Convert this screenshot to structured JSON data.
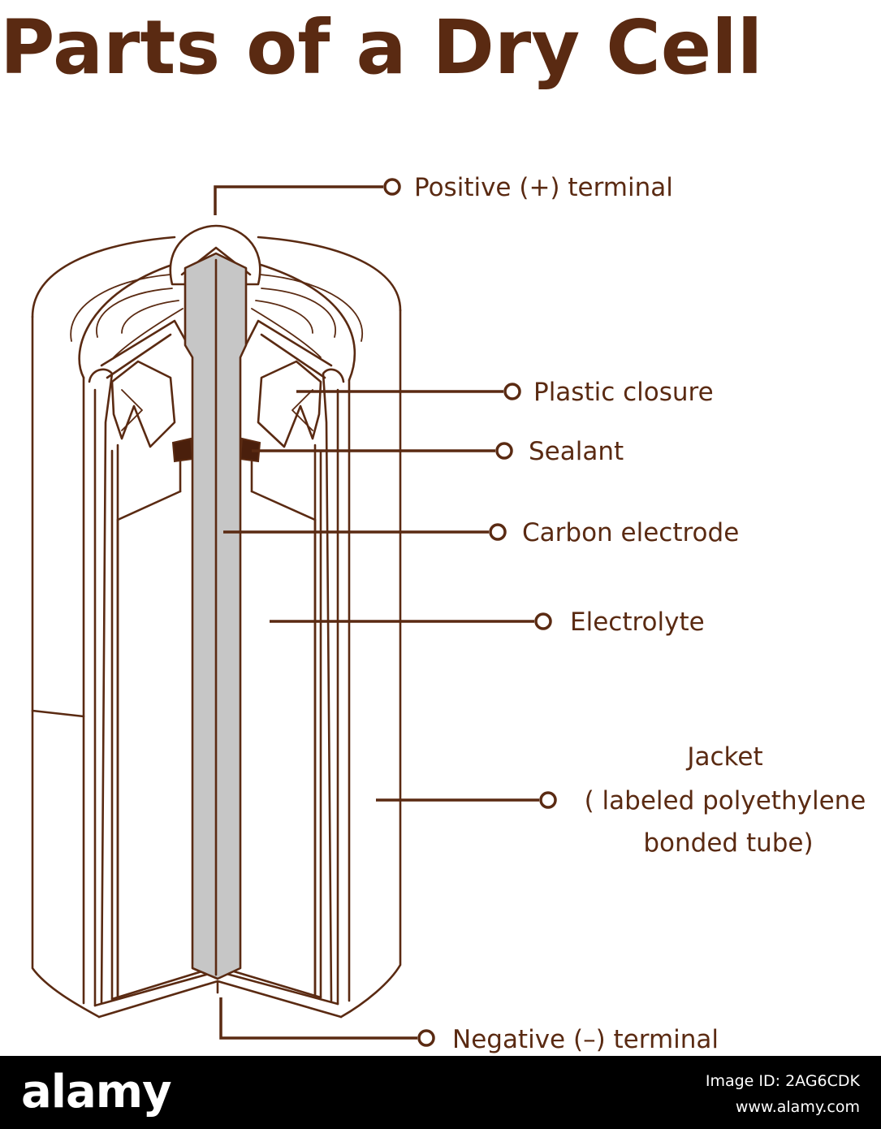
{
  "title": "Parts of a Dry Cell",
  "labels": {
    "positive_terminal": "Positive (+) terminal",
    "plastic_closure": "Plastic closure",
    "sealant": "Sealant",
    "carbon_electrode": "Carbon electrode",
    "electrolyte": "Electrolyte",
    "jacket_line1": "Jacket",
    "jacket_line2": "( labeled polyethylene",
    "jacket_line3": "bonded tube)",
    "negative_terminal": "Negative (–) terminal"
  },
  "footer": {
    "brand": "alamy",
    "image_id": "Image ID: 2AG6CDK",
    "site": "www.alamy.com"
  },
  "colors": {
    "line": "#5a2a12",
    "rod": "#c6c6c6",
    "footer_bg": "#000000"
  }
}
